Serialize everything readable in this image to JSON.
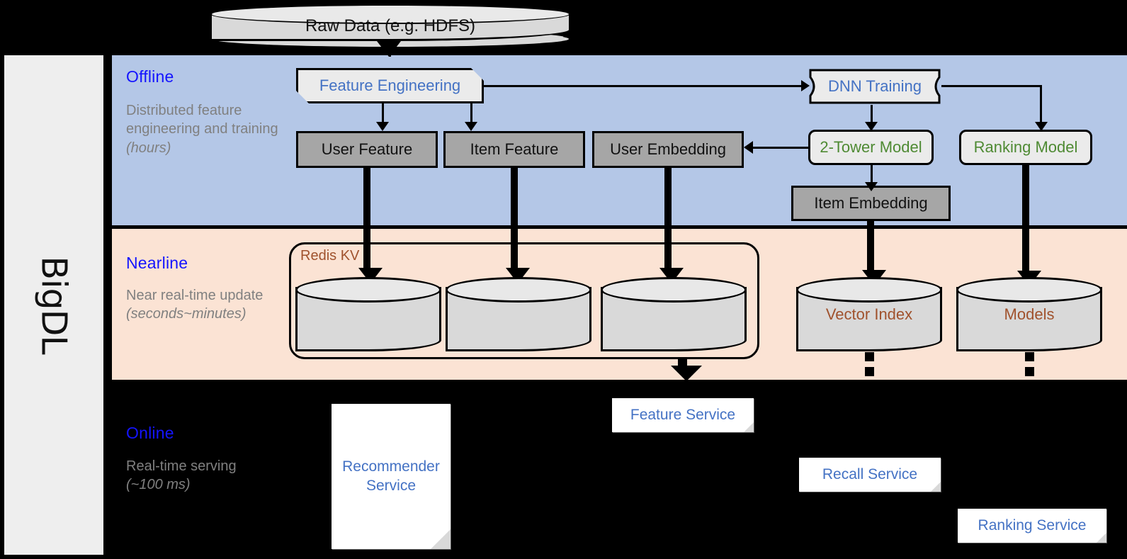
{
  "sidebar": {
    "label": "BigDL"
  },
  "bands": [
    {
      "id": "offline",
      "title": "Offline",
      "subtitle_plain": "Distributed feature engineering and training ",
      "subtitle_italic": "(hours)"
    },
    {
      "id": "nearline",
      "title": "Nearline",
      "subtitle_plain": "Near real-time update ",
      "subtitle_italic": "(seconds~minutes)"
    },
    {
      "id": "online",
      "title": "Online",
      "subtitle_plain": "Real-time serving ",
      "subtitle_italic": "(~100 ms)"
    }
  ],
  "nodes": {
    "raw_data": "Raw Data (e.g. HDFS)",
    "feature_engineering": "Feature Engineering",
    "dnn_training": "DNN Training",
    "user_feature": "User Feature",
    "item_feature": "Item Feature",
    "user_embedding": "User Embedding",
    "two_tower_model": "2-Tower Model",
    "ranking_model": "Ranking Model",
    "item_embedding": "Item Embedding",
    "redis_kv": "Redis KV",
    "vector_index": "Vector Index",
    "models": "Models",
    "recommender_service": "Recommender Service",
    "feature_service": "Feature Service",
    "recall_service": "Recall Service",
    "ranking_service": "Ranking Service"
  },
  "colors": {
    "offline_band": "#b4c7e7",
    "nearline_band": "#fbe3d4",
    "online_band": "#000000",
    "band_title": "#1414ff",
    "band_subtitle": "#808080",
    "model_text_green": "#4e8a33",
    "process_text_blue": "#4472c4",
    "store_text_brown": "#a0522d",
    "data_box_fill": "#a6a6a6",
    "sidebar_fill": "#eeeeee"
  }
}
